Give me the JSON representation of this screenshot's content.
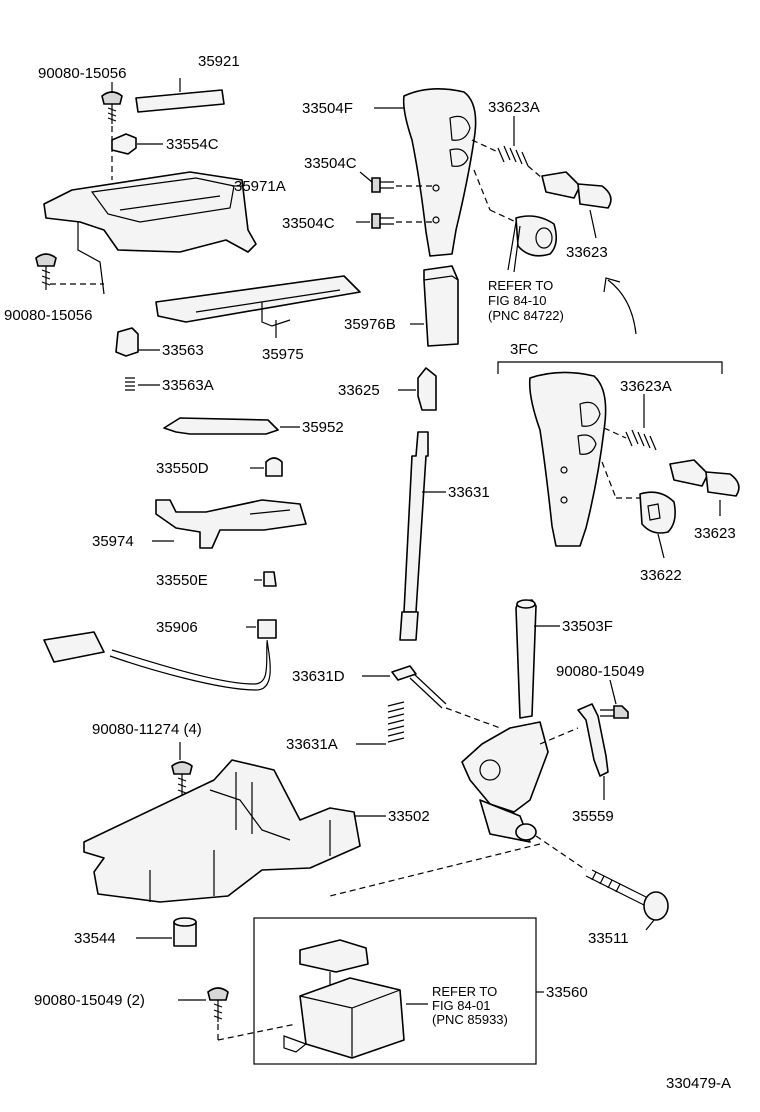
{
  "diagram_code": "330479-A",
  "parts": {
    "p35921": "35921",
    "p90080_15056_a": "90080-15056",
    "p33554C": "33554C",
    "p35971A": "35971A",
    "p90080_15056_b": "90080-15056",
    "p33563": "33563",
    "p35975": "35975",
    "p33563A": "33563A",
    "p35952": "35952",
    "p33550D": "33550D",
    "p35974": "35974",
    "p33550E": "33550E",
    "p35906": "35906",
    "p90080_11274": "90080-11274 (4)",
    "p33502": "33502",
    "p33544": "33544",
    "p90080_15049_2": "90080-15049 (2)",
    "p33560": "33560",
    "p33504F": "33504F",
    "p33623A_a": "33623A",
    "p33504C_a": "33504C",
    "p33504C_b": "33504C",
    "p33623_a": "33623",
    "p35976B": "35976B",
    "p33625": "33625",
    "p33631": "33631",
    "p33631D": "33631D",
    "p33631A": "33631A",
    "p33503F": "33503F",
    "p90080_15049": "90080-15049",
    "p35559": "35559",
    "p33511": "33511",
    "p33623A_b": "33623A",
    "p33623_b": "33623",
    "p33622": "33622"
  },
  "variant_label": "3FC",
  "refer_84_10": [
    "REFER TO",
    "FIG 84-10",
    "(PNC 84722)"
  ],
  "refer_84_01": [
    "REFER TO",
    "FIG 84-01",
    "(PNC 85933)"
  ]
}
